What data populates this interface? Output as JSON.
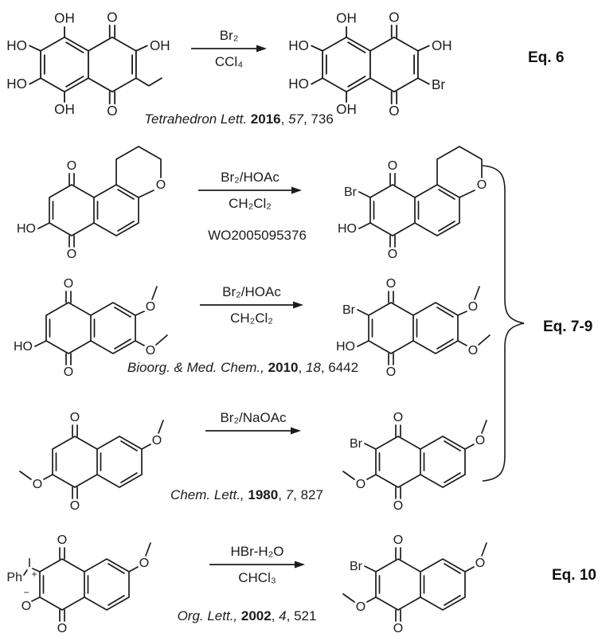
{
  "figure": {
    "background": "#ffffff",
    "ink": "#1c1c1c"
  },
  "bracket_label": "Eq. 7-9",
  "rows": [
    {
      "eq_label": "Eq. 6",
      "arrow_above": "Br₂",
      "arrow_below": "CCl₄",
      "citation_parts": [
        {
          "text": "Tetrahedron Lett. ",
          "style": "italic"
        },
        {
          "text": "2016",
          "style": "bold"
        },
        {
          "text": ", ",
          "style": "plain"
        },
        {
          "text": "57",
          "style": "italic"
        },
        {
          "text": ", 736",
          "style": "plain"
        }
      ],
      "reactant_atoms": {
        "oh_peri_top": "OH",
        "o_top": "O",
        "ho_upper_left": "HO",
        "ho_lower_left": "HO",
        "oh_peri_bottom": "OH",
        "o_bottom": "O",
        "oh_right": "OH"
      },
      "product_atoms": {
        "oh_peri_top": "OH",
        "o_top": "O",
        "ho_upper_left": "HO",
        "ho_lower_left": "HO",
        "oh_peri_bottom": "OH",
        "o_bottom": "O",
        "oh_right": "OH",
        "br": "Br"
      }
    },
    {
      "arrow_above": "Br₂/HOAc",
      "arrow_below": "CH₂Cl₂",
      "note": "WO2005095376",
      "reactant_atoms": {
        "o_top": "O",
        "o_bottom": "O",
        "ho": "HO",
        "ring_o": "O"
      },
      "product_atoms": {
        "o_top": "O",
        "o_bottom": "O",
        "ho": "HO",
        "ring_o": "O",
        "br": "Br"
      }
    },
    {
      "arrow_above": "Br₂/HOAc",
      "arrow_below": "CH₂Cl₂",
      "citation_parts": [
        {
          "text": "Bioorg. & Med. Chem., ",
          "style": "italic"
        },
        {
          "text": "2010",
          "style": "bold"
        },
        {
          "text": ", ",
          "style": "plain"
        },
        {
          "text": "18",
          "style": "italic"
        },
        {
          "text": ", 6442",
          "style": "plain"
        }
      ],
      "reactant_atoms": {
        "o_top": "O",
        "o_bottom": "O",
        "ho": "HO",
        "ome_upper_o": "O",
        "ome_lower_o": "O"
      },
      "product_atoms": {
        "o_top": "O",
        "o_bottom": "O",
        "ho": "HO",
        "ome_upper_o": "O",
        "ome_lower_o": "O",
        "br": "Br"
      }
    },
    {
      "arrow_above": "Br₂/NaOAc",
      "citation_parts": [
        {
          "text": "Chem. Lett., ",
          "style": "italic"
        },
        {
          "text": "1980",
          "style": "bold"
        },
        {
          "text": ", ",
          "style": "plain"
        },
        {
          "text": "7",
          "style": "italic"
        },
        {
          "text": ", 827",
          "style": "plain"
        }
      ],
      "reactant_atoms": {
        "o_top": "O",
        "o_bottom": "O",
        "ome_left_o": "O",
        "ome_right_o": "O"
      },
      "product_atoms": {
        "o_top": "O",
        "o_bottom": "O",
        "ome_left_o": "O",
        "ome_right_o": "O",
        "br": "Br"
      }
    },
    {
      "eq_label": "Eq. 10",
      "arrow_above": "HBr-H₂O",
      "arrow_below": "CHCl₃",
      "citation_parts": [
        {
          "text": "Org. Lett., ",
          "style": "italic"
        },
        {
          "text": "2002",
          "style": "bold"
        },
        {
          "text": ", ",
          "style": "plain"
        },
        {
          "text": "4",
          "style": "italic"
        },
        {
          "text": ", 521",
          "style": "plain"
        }
      ],
      "reactant_atoms": {
        "o_top": "O",
        "o_bottom": "O",
        "ph": "Ph",
        "iodine": "I",
        "plus": "+",
        "o_minus": "O",
        "minus": "−",
        "ome_right_o": "O"
      },
      "product_atoms": {
        "o_top": "O",
        "o_bottom": "O",
        "ome_left_o": "O",
        "ome_right_o": "O",
        "br": "Br"
      }
    }
  ]
}
